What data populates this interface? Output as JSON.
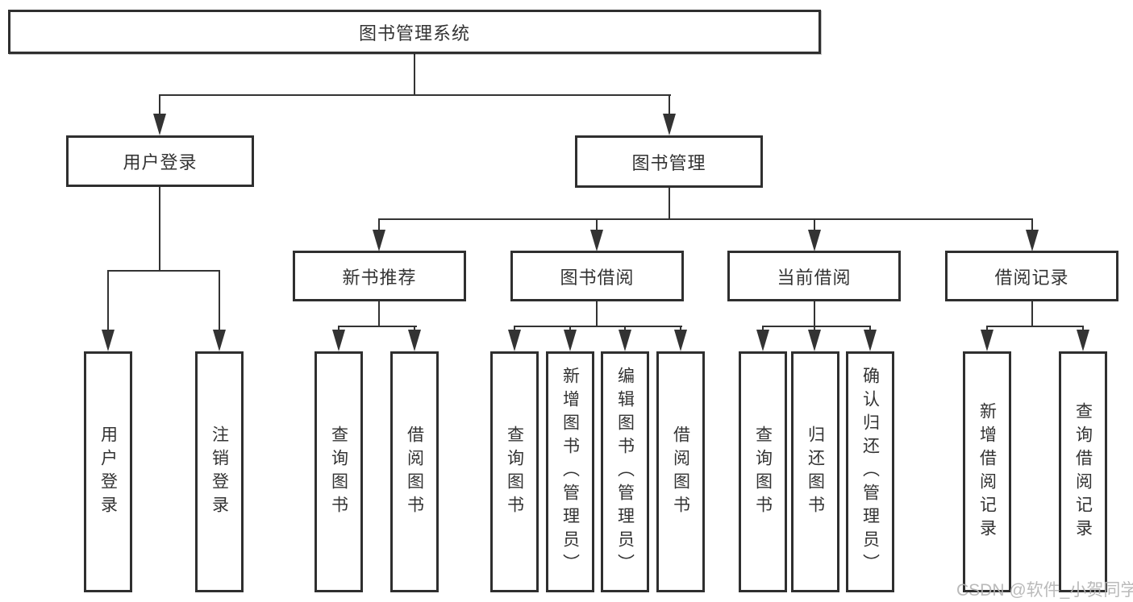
{
  "diagram": {
    "title": "图书管理系统",
    "watermark": "CSDN @软件_小贺同学",
    "colors": {
      "line": "#333333",
      "border": "#2f2f2f",
      "text": "#333333",
      "watermark": "#b3b3b3",
      "background": "#ffffff"
    },
    "branches": [
      {
        "label": "用户登录",
        "children": [
          "用户登录",
          "注销登录"
        ]
      },
      {
        "label": "图书管理",
        "groups": [
          {
            "label": "新书推荐",
            "children": [
              "查询图书",
              "借阅图书"
            ]
          },
          {
            "label": "图书借阅",
            "children": [
              "查询图书",
              "新增图书（管理员）",
              "编辑图书（管理员）",
              "借阅图书"
            ]
          },
          {
            "label": "当前借阅",
            "children": [
              "查询图书",
              "归还图书",
              "确认归还（管理员）"
            ]
          },
          {
            "label": "借阅记录",
            "children": [
              "新增借阅记录",
              "查询借阅记录"
            ]
          }
        ]
      }
    ]
  }
}
